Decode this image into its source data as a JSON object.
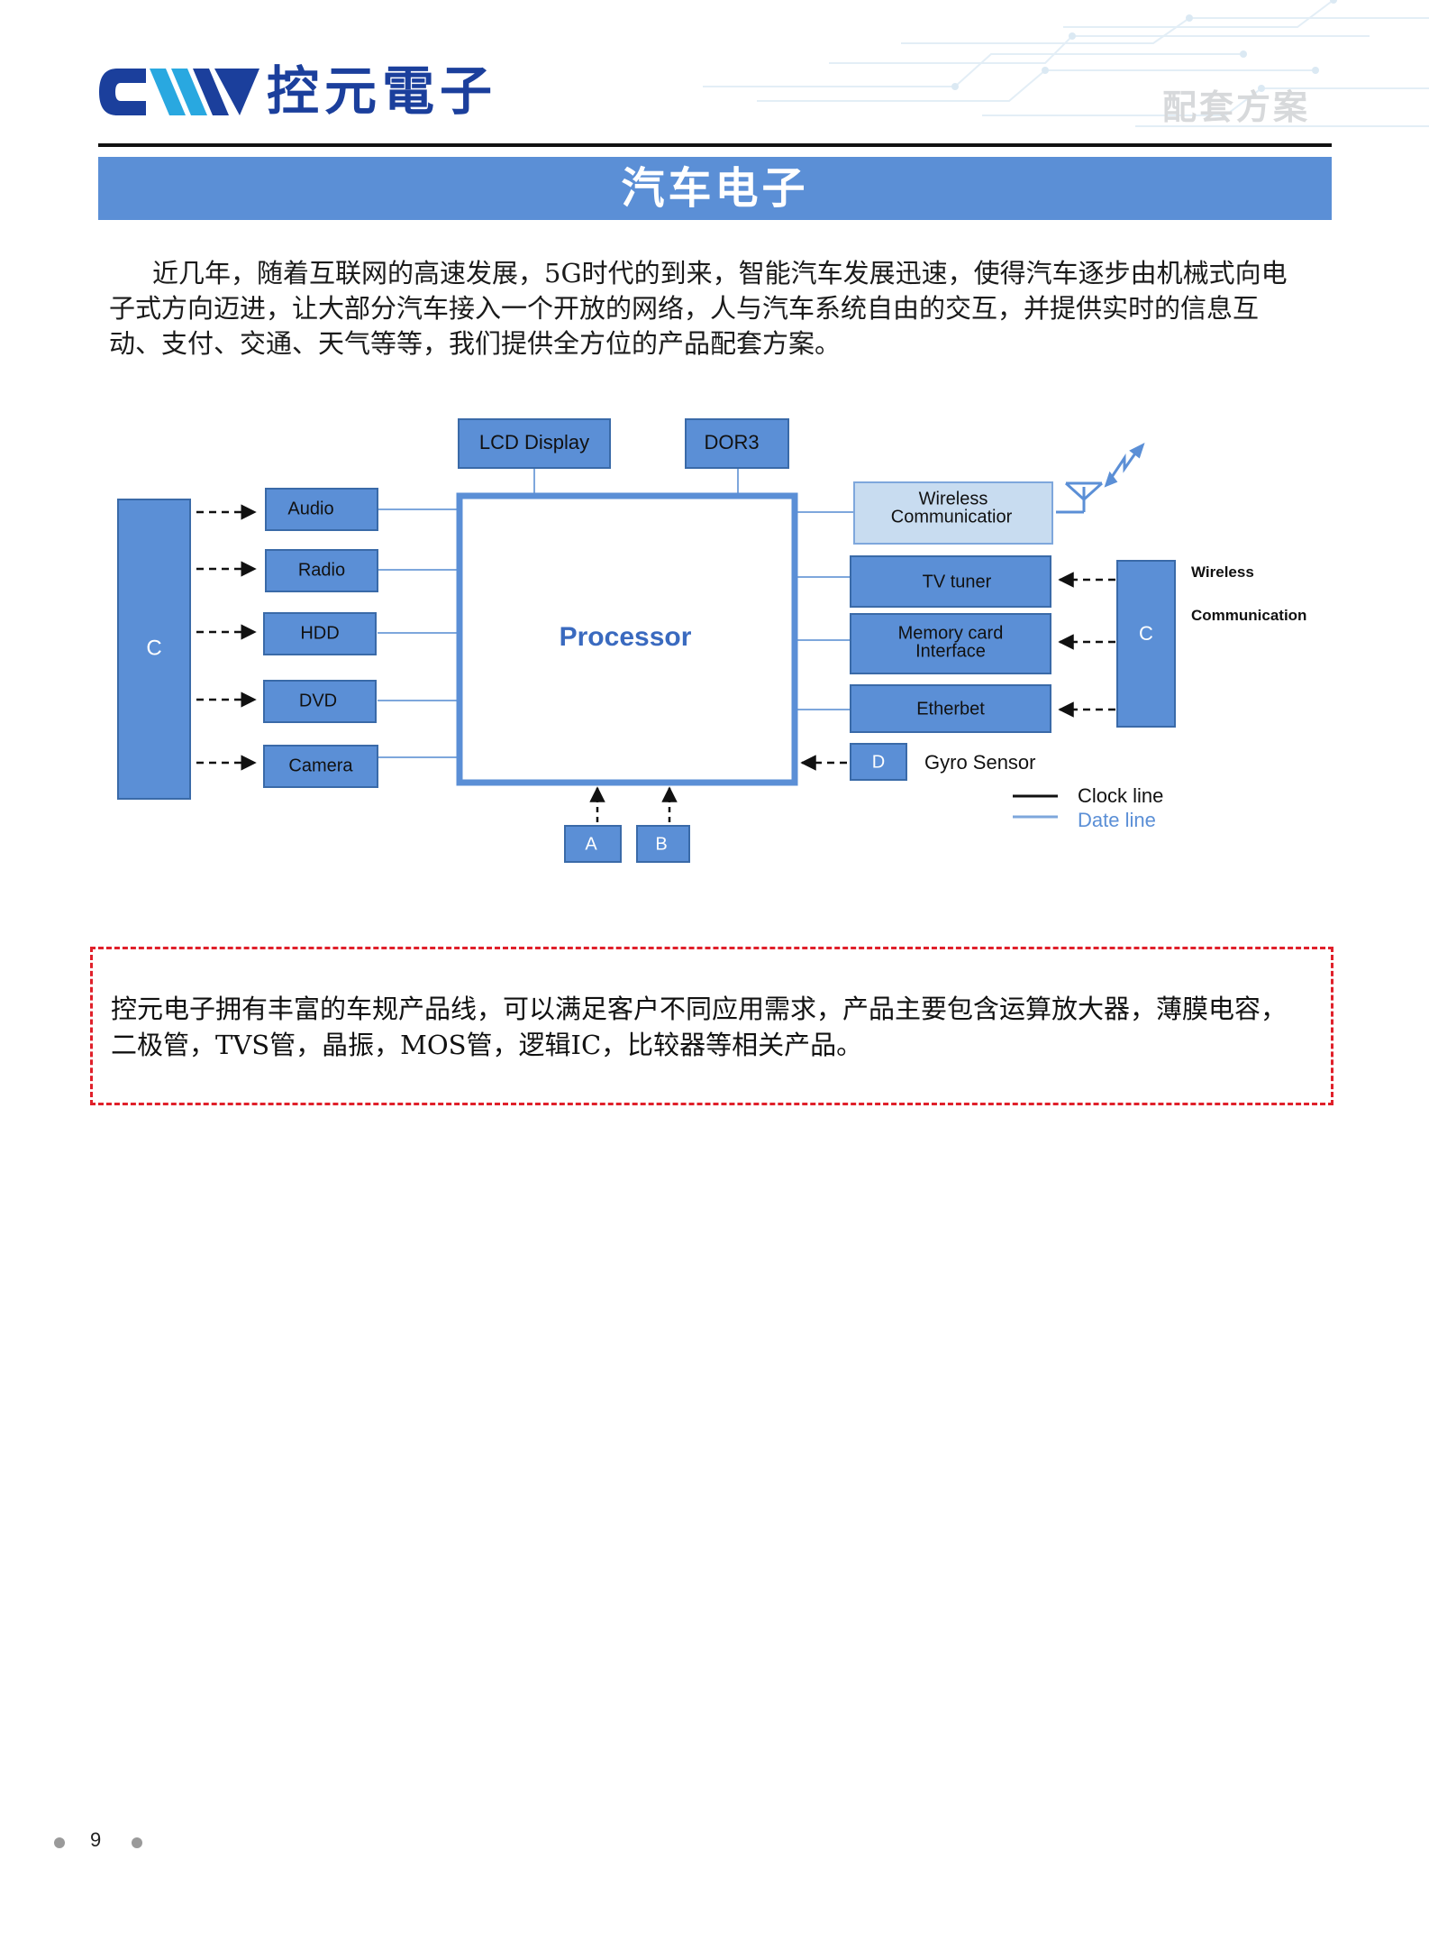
{
  "header": {
    "logo_text": "控元電子",
    "tag": "配套方案",
    "logo_colors": {
      "dark": "#1b3f9c",
      "light": "#29a8e0"
    }
  },
  "title": "汽车电子",
  "intro": "近几年，随着互联网的高速发展，5G时代的到来，智能汽车发展迅速，使得汽车逐步由机械式向电子式方向迈进，让大部分汽车接入一个开放的网络，人与汽车系统自由的交互，并提供实时的信息互动、支付、交通、天气等等，我们提供全方位的产品配套方案。",
  "diagram": {
    "processor": "Processor",
    "top_boxes": [
      "LCD Display",
      "DOR3"
    ],
    "left_block": "C",
    "left_items": [
      "Audio",
      "Radio",
      "HDD",
      "DVD",
      "Camera"
    ],
    "wireless_box": [
      "Wireless",
      "Communicatior"
    ],
    "right_items": [
      "TV tuner",
      "Memory card",
      "Interface",
      "Etherbet"
    ],
    "right_block": "C",
    "right_caption": [
      "Wireless",
      "Communication"
    ],
    "gyro_block": "D",
    "gyro_label": "Gyro Sensor",
    "bottom_boxes": [
      "A",
      "B"
    ],
    "legend": {
      "clock": "Clock line",
      "data": "Date line"
    },
    "colors": {
      "box_fill": "#5b8fd6",
      "box_border": "#3a6aa8",
      "light_box": "#c8dcf0",
      "data_line": "#7ea7dc",
      "processor_border": "#5b8fd6"
    }
  },
  "note": "控元电子拥有丰富的车规产品线，可以满足客户不同应用需求，产品主要包含运算放大器，薄膜电容，二极管，TVS管，晶振，MOS管，逻辑IC，比较器等相关产品。",
  "footer": {
    "page": "9"
  }
}
